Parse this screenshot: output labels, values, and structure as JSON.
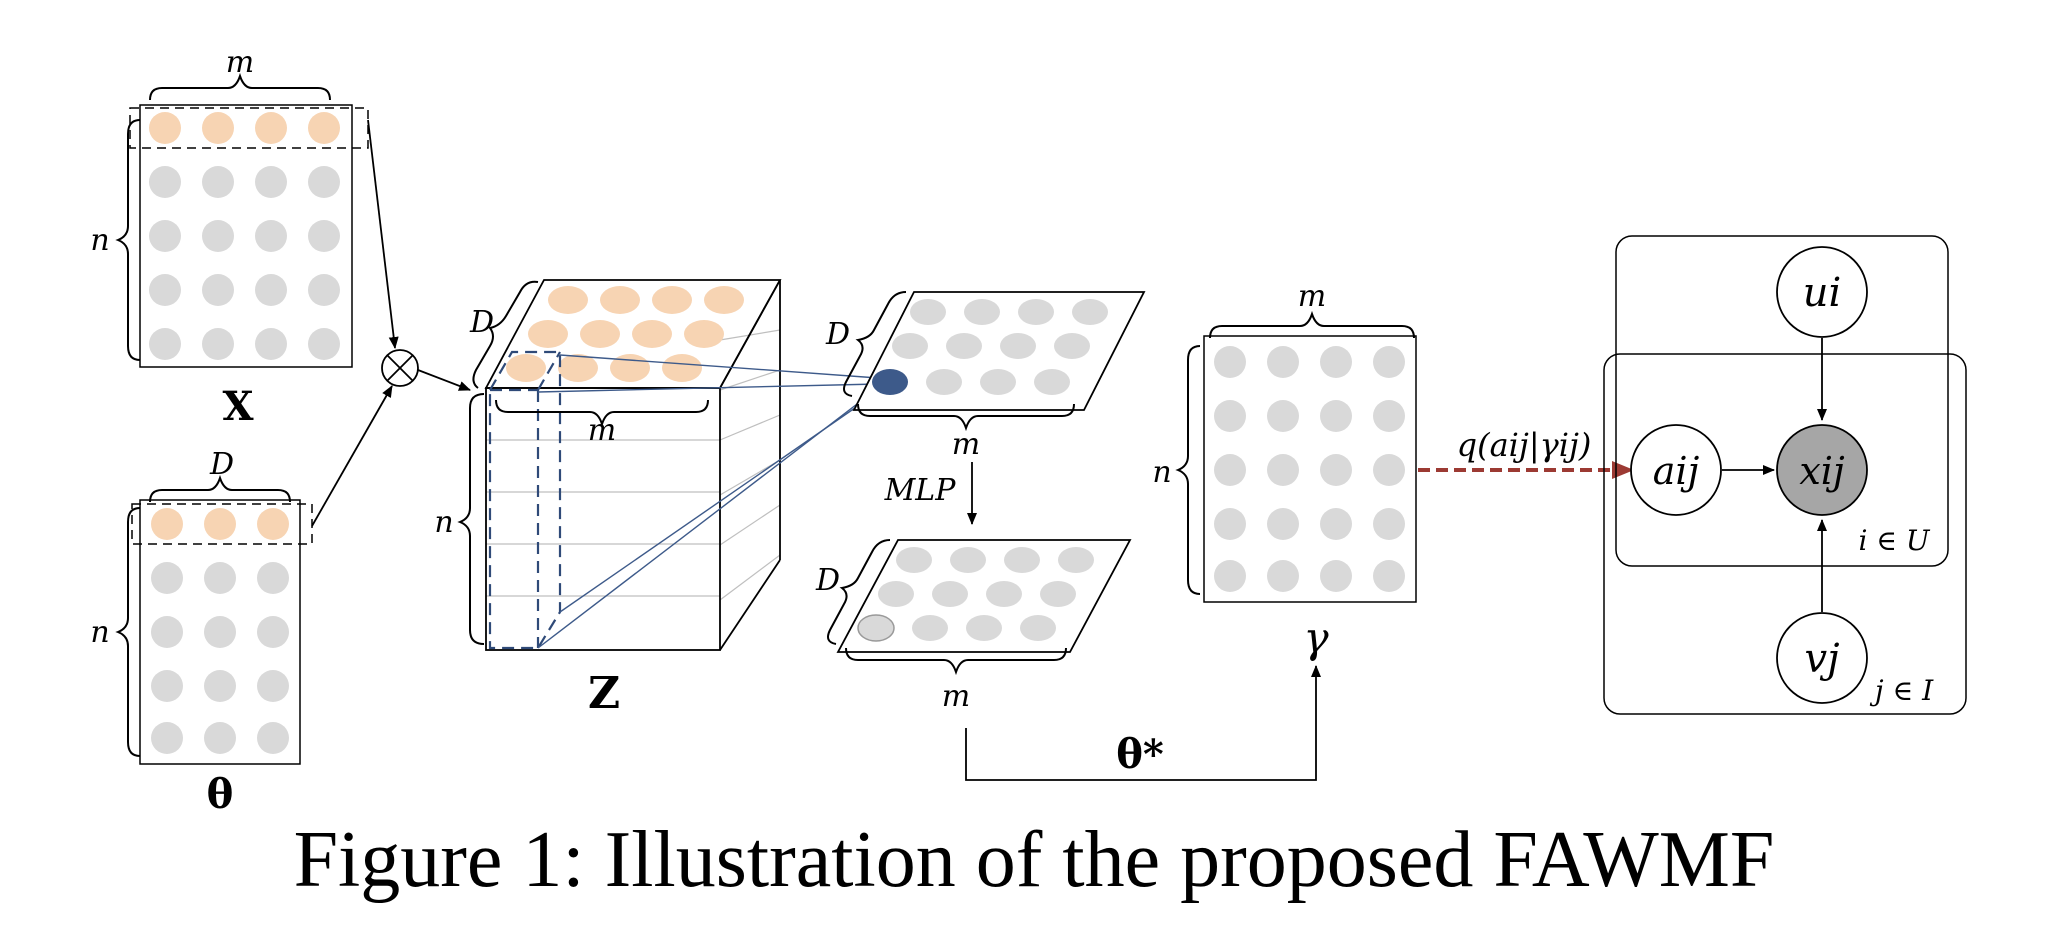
{
  "caption": "Figure 1: Illustration of the proposed FAWMF",
  "colors": {
    "peach": "#f7d4b3",
    "gray_dot": "#d9d9d9",
    "navy_dot": "#3d5a8a",
    "observed_node": "#a6a6a6",
    "dashed_arrow": "#9c3a33",
    "navy_dash": "#2f4a78"
  },
  "labels": {
    "m": "m",
    "n": "n",
    "D": "D",
    "X": "X",
    "theta": "θ",
    "Z": "Z",
    "mlp": "MLP",
    "gamma": "γ",
    "theta_star": "θ*",
    "edge_q": "q(aij|γij)",
    "node_u": "ui",
    "node_a": "aij",
    "node_x": "xij",
    "node_v": "vj",
    "plate_U": "i ∈ U",
    "plate_I": "j ∈ I"
  },
  "icons": {
    "multiply": "circled-times-icon"
  }
}
